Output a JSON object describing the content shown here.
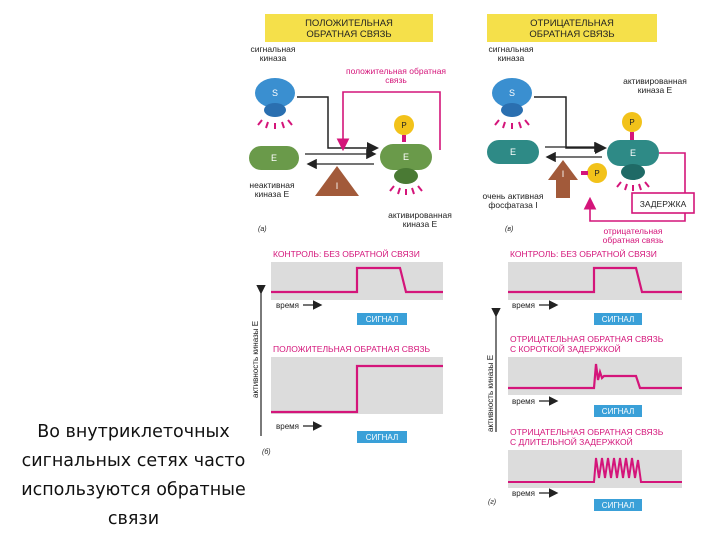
{
  "caption": "Во внутриклеточных сигнальных сетях часто используются обратные связи",
  "colors": {
    "header_bg": "#f5e04a",
    "magenta": "#d4157a",
    "blue_kinase": "#3a8fd0",
    "green_kinase": "#6a9a4a",
    "teal_kinase": "#2e8a86",
    "yellow_p": "#f2c21a",
    "brown_i": "#a25a3a",
    "graph_bg": "#dcdcdc",
    "signal_box": "#3aa0d8"
  },
  "left_panel": {
    "header_line1": "ПОЛОЖИТЕЛЬНАЯ",
    "header_line2": "ОБРАТНАЯ СВЯЗЬ",
    "signal_kinase_1": "сигнальная",
    "signal_kinase_2": "киназа",
    "feedback_label_1": "положительная обратная",
    "feedback_label_2": "связь",
    "s_label": "S",
    "p_label": "P",
    "e_label": "E",
    "e2_label": "E",
    "i_label": "I",
    "inactive_1": "неактивная",
    "inactive_2": "киназа E",
    "activated_1": "активированная",
    "activated_2": "киназа E",
    "panel_letter": "(а)"
  },
  "right_panel": {
    "header_line1": "ОТРИЦАТЕЛЬНАЯ",
    "header_line2": "ОБРАТНАЯ СВЯЗЬ",
    "signal_kinase_1": "сигнальная",
    "signal_kinase_2": "киназа",
    "activated_1": "активированная",
    "activated_2": "киназа E",
    "s_label": "S",
    "p_label": "P",
    "p2_label": "P",
    "e_label": "E",
    "e2_label": "E",
    "i_label": "I",
    "phosphatase_1": "очень активная",
    "phosphatase_2": "фосфатаза I",
    "delay_label": "ЗАДЕРЖКА",
    "negative_1": "отрицательная",
    "negative_2": "обратная связь",
    "panel_letter": "(в)"
  },
  "graphs": {
    "y_axis_left": "активность киназы E",
    "y_axis_right": "активность киназы E",
    "time_label": "время",
    "signal_label": "СИГНАЛ",
    "left": {
      "control_title": "КОНТРОЛЬ: БЕЗ ОБРАТНОЙ СВЯЗИ",
      "positive_title": "ПОЛОЖИТЕЛЬНАЯ ОБРАТНАЯ СВЯЗЬ",
      "panel_letter": "(б)"
    },
    "right": {
      "control_title": "КОНТРОЛЬ: БЕЗ ОБРАТНОЙ СВЯЗИ",
      "short_title_1": "ОТРИЦАТЕЛЬНАЯ ОБРАТНАЯ СВЯЗЬ",
      "short_title_2": "С КОРОТКОЙ ЗАДЕРЖКОЙ",
      "long_title_1": "ОТРИЦАТЕЛЬНАЯ ОБРАТНАЯ СВЯЗЬ",
      "long_title_2": "С ДЛИТЕЛЬНОЙ ЗАДЕРЖКОЙ",
      "panel_letter": "(г)"
    }
  }
}
